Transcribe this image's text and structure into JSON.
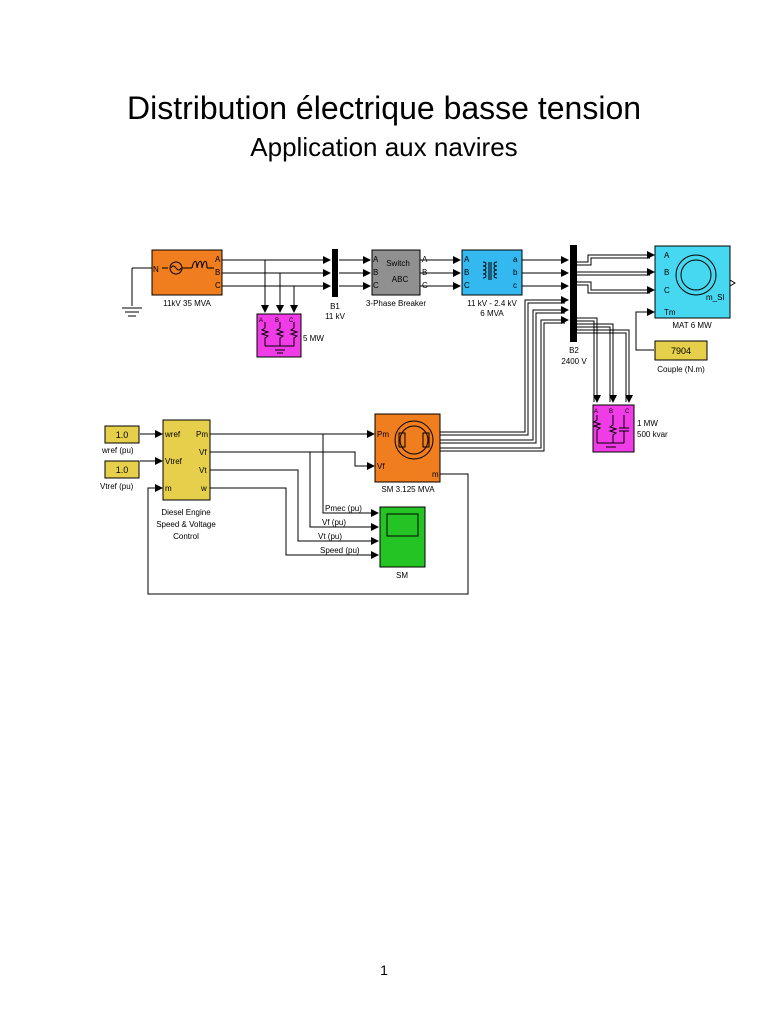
{
  "page": {
    "title": "Distribution électrique basse tension",
    "subtitle": "Application aux navires",
    "page_number": "1"
  },
  "colors": {
    "orange": "#f07d1e",
    "pink": "#f03ce6",
    "cyan": "#33b8f0",
    "gray": "#909090",
    "yellow": "#e6cf4a",
    "green": "#25c425",
    "cyan_light": "#46d8f0"
  },
  "blocks": {
    "source": {
      "label": "11kV 35 MVA",
      "ports": [
        "A",
        "B",
        "C"
      ],
      "terminal": "N"
    },
    "load5": {
      "label": "5 MW",
      "ports": [
        "A",
        "B",
        "C"
      ]
    },
    "b1": {
      "name": "B1",
      "voltage": "11 kV"
    },
    "breaker": {
      "label": "3-Phase Breaker",
      "text1": "Switch",
      "text2": "ABC",
      "ports": [
        "A",
        "B",
        "C"
      ]
    },
    "transformer": {
      "label1": "11 kV - 2.4 kV",
      "label2": "6 MVA",
      "left_ports": [
        "A",
        "B",
        "C"
      ],
      "right_ports": [
        "a",
        "b",
        "c"
      ]
    },
    "b2": {
      "name": "B2",
      "voltage": "2400 V"
    },
    "motor": {
      "label": "MAT 6 MW",
      "ports": [
        "A",
        "B",
        "C",
        "Tm"
      ],
      "inner": "m_SI"
    },
    "couple": {
      "value": "7904",
      "label": "Couple (N.m)"
    },
    "load1": {
      "label1": "1 MW",
      "label2": "500 kvar",
      "ports": [
        "A",
        "B",
        "C"
      ]
    },
    "wref": {
      "value": "1.0",
      "label": "wref (pu)"
    },
    "vtref": {
      "value": "1.0",
      "label": "Vtref (pu)"
    },
    "diesel": {
      "label1": "Diesel Engine",
      "label2": "Speed & Voltage",
      "label3": "Control",
      "inputs": [
        "wref",
        "Vtref",
        "m"
      ],
      "outputs": [
        "Pm",
        "Vf",
        "Vt",
        "w"
      ]
    },
    "sm": {
      "label": "SM 3.125 MVA",
      "inputs": [
        "Pm",
        "Vf"
      ],
      "output": "m"
    },
    "scope": {
      "label": "SM"
    },
    "signals": [
      "Pmec (pu)",
      "Vf (pu)",
      "Vt (pu)",
      "Speed (pu)"
    ]
  }
}
